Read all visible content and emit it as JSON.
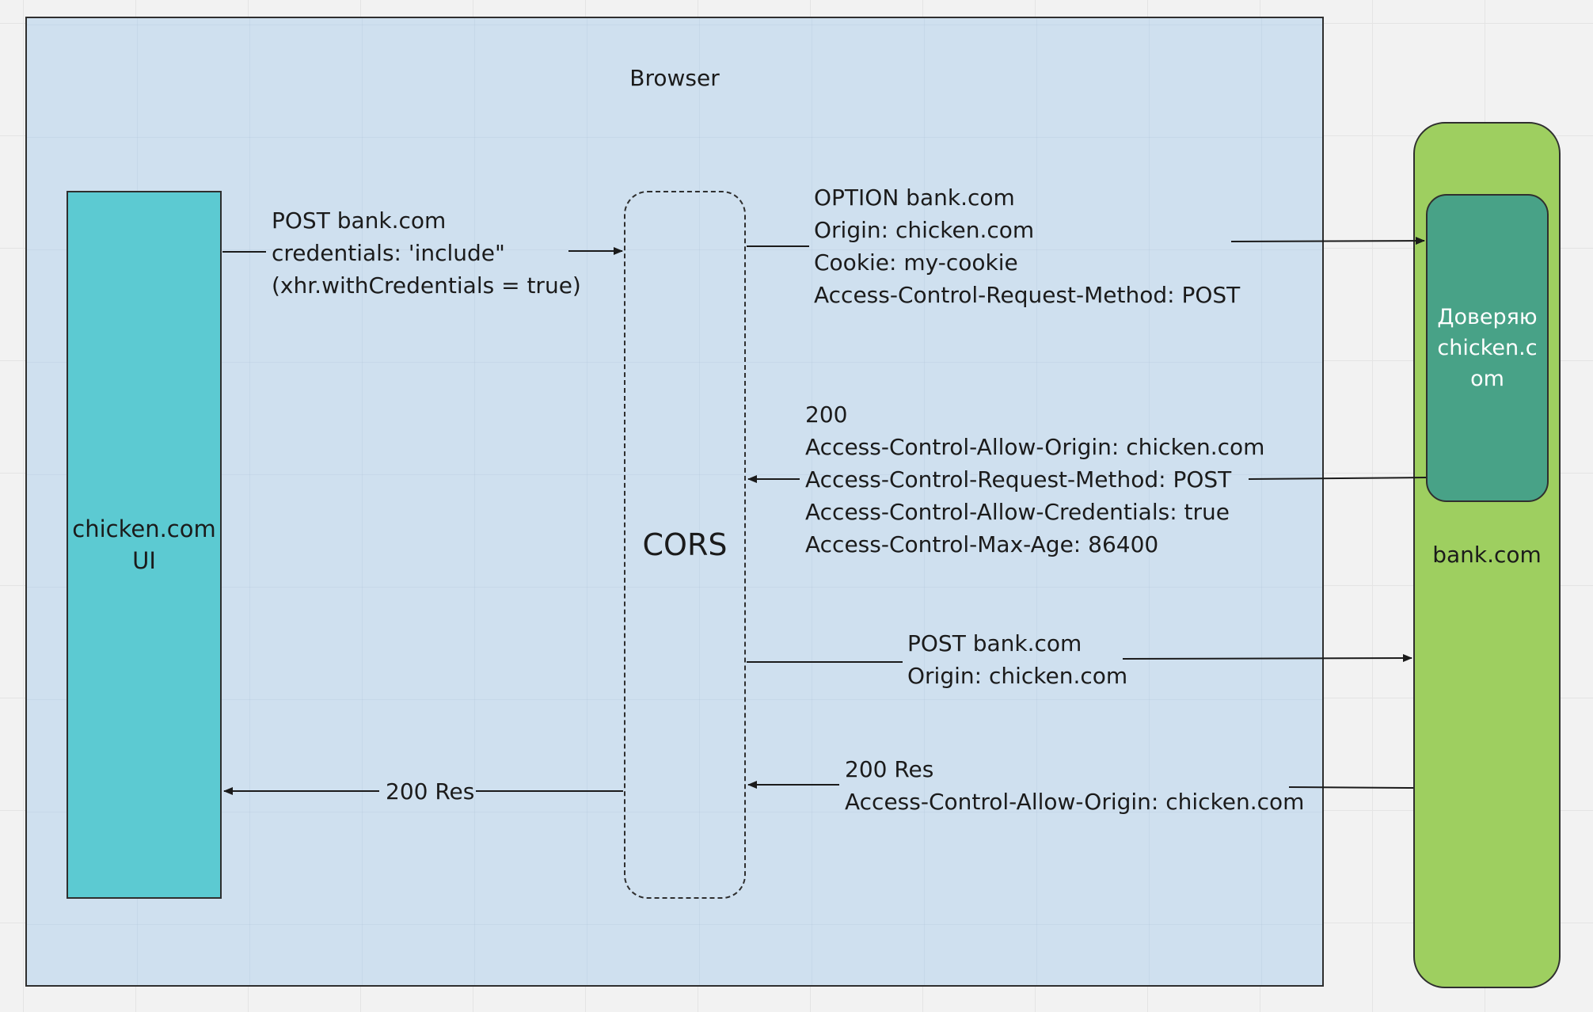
{
  "browser": {
    "title": "Browser"
  },
  "client": {
    "label": "chicken.com\nUI"
  },
  "cors": {
    "label": "CORS"
  },
  "server": {
    "label": "bank.com",
    "trust_label": "Доверяю chicken.com"
  },
  "messages": {
    "request": [
      "POST bank.com",
      "credentials: 'include\"",
      "(xhr.withCredentials = true)"
    ],
    "preflight": [
      "OPTION bank.com",
      "Origin: chicken.com",
      "Cookie: my-cookie",
      "Access-Control-Request-Method: POST"
    ],
    "preflight_response": [
      "200",
      "Access-Control-Allow-Origin: chicken.com",
      "Access-Control-Request-Method: POST",
      "Access-Control-Allow-Credentials: true",
      "Access-Control-Max-Age: 86400"
    ],
    "actual_request": [
      "POST bank.com",
      "Origin: chicken.com"
    ],
    "actual_response": [
      "200 Res",
      "Access-Control-Allow-Origin: chicken.com"
    ],
    "final_response": "200 Res"
  },
  "colors": {
    "browser_fill": "#cfe0ef",
    "client_fill": "#5ccad2",
    "server_fill": "#9ecf60",
    "trust_fill": "#48a287",
    "line": "#1b1b1b"
  }
}
